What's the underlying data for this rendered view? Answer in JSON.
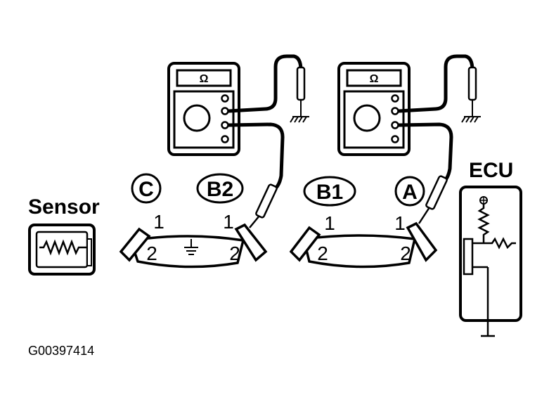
{
  "labels": {
    "sensor": "Sensor",
    "ecu": "ECU",
    "ohm_symbol": "Ω",
    "figure_code": "G00397414"
  },
  "connectors": {
    "c": "C",
    "b2": "B2",
    "b1": "B1",
    "a": "A"
  },
  "pins": {
    "one": "1",
    "two": "2"
  },
  "icons": {
    "meter": "multimeter-icon",
    "ground": "ground-icon",
    "resistor": "resistor-icon",
    "probe": "probe-icon"
  }
}
